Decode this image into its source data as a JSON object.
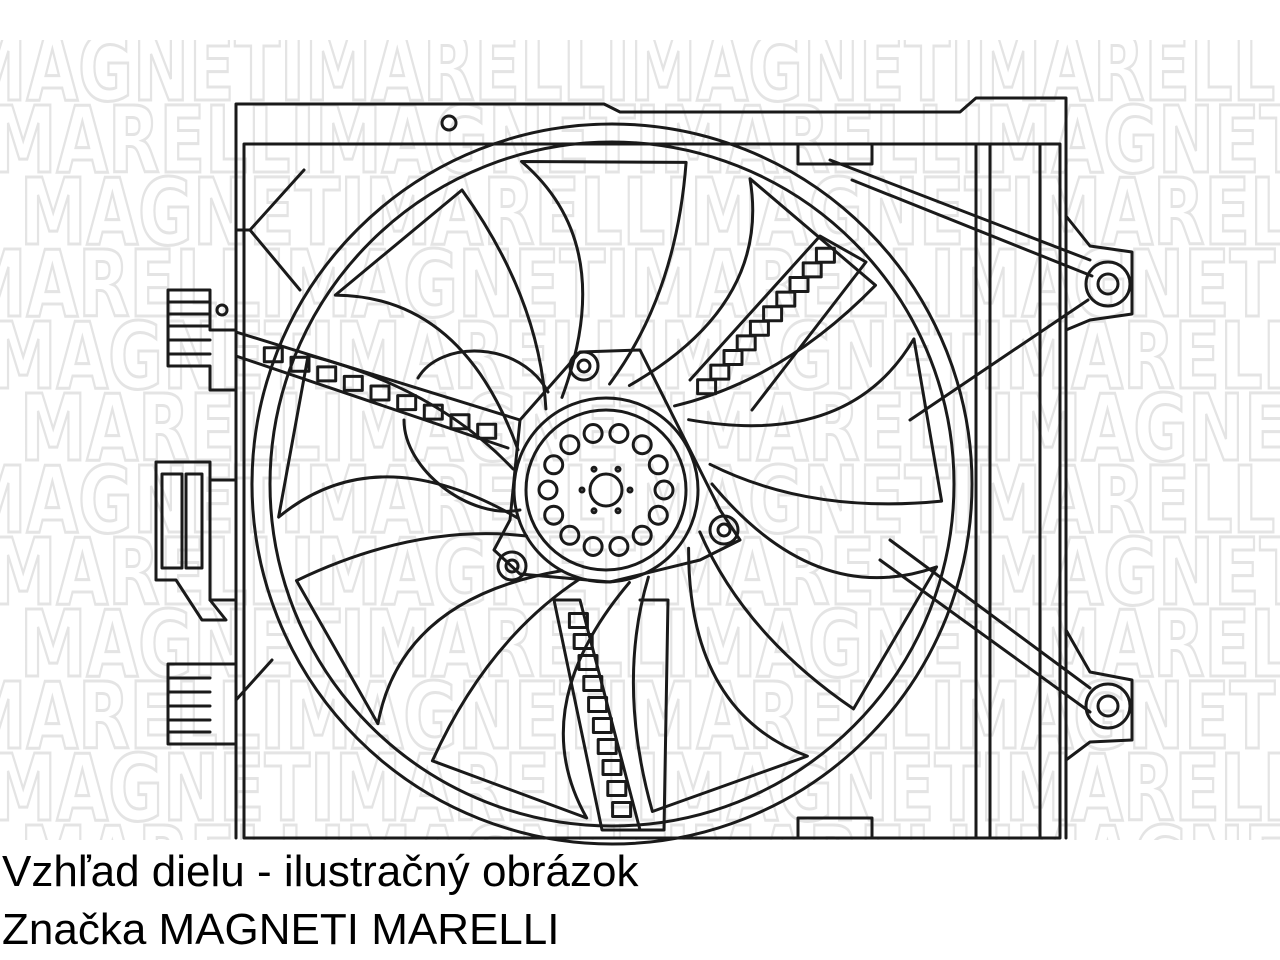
{
  "image": {
    "subject": "radiator-cooling-fan-assembly-line-drawing",
    "watermark_text": [
      "MAGNETI",
      "MARELLI"
    ],
    "watermark_color": "#e4e4e4",
    "line_color": "#1a1a1a"
  },
  "caption": {
    "line1": "Vzhľad dielu - ilustračný obrázok",
    "line2": "Značka MAGNETI MARELLI"
  }
}
